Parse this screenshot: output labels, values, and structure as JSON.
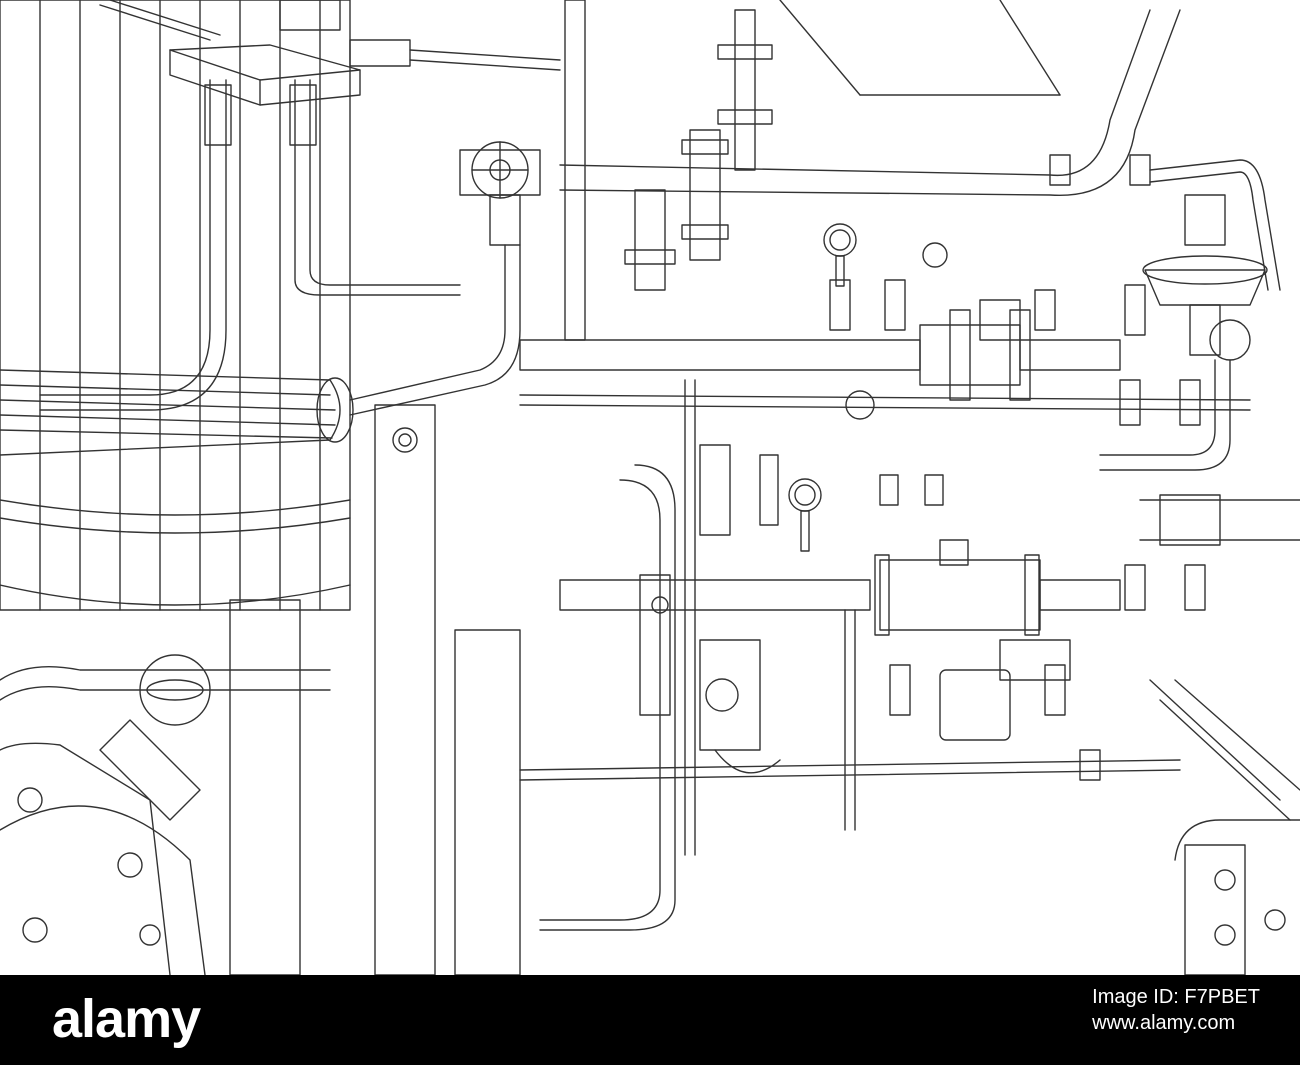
{
  "footer": {
    "brand": "alamy",
    "image_id_label": "Image ID: F7PBET",
    "image_id": "F7PBET",
    "site": "www.alamy.com",
    "background_color": "#000000",
    "text_color": "#ffffff"
  },
  "drawing": {
    "style": "wireframe line drawing of industrial pipework",
    "line_color": "#333333",
    "icon": "pipework-illustration"
  }
}
